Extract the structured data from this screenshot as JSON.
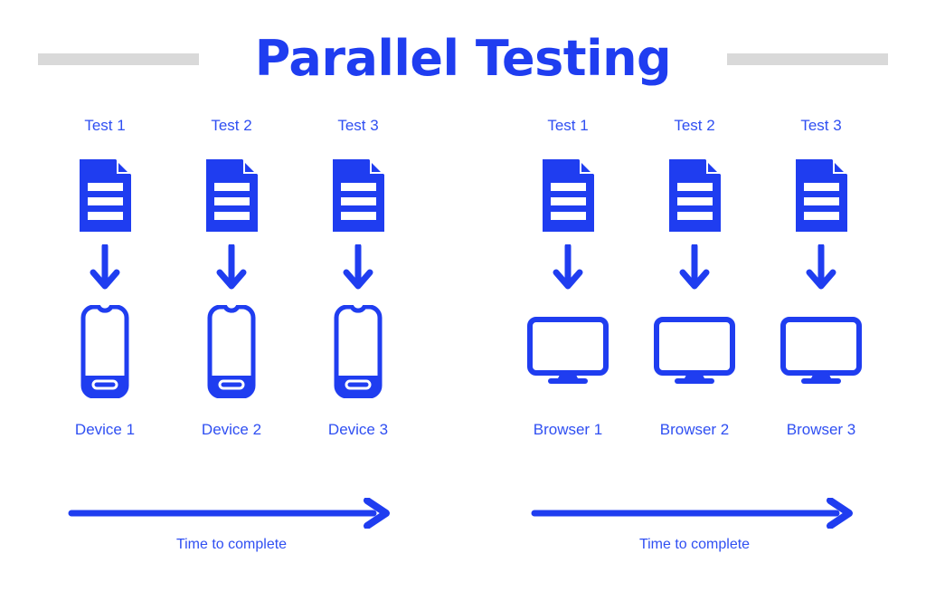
{
  "page": {
    "title": "Parallel Testing",
    "background_color": "#ffffff",
    "accent_color": "#1f3df0",
    "label_color": "#2f4ff2",
    "rule_color": "#d9d9d9"
  },
  "header": {
    "rule_left": "decorative-rule",
    "rule_right": "decorative-rule"
  },
  "panels": [
    {
      "id": "devices-panel",
      "target_type": "Device",
      "columns": [
        {
          "test_label": "Test 1",
          "target_label": "Device 1",
          "test_icon": "document-icon",
          "flow_icon": "arrow-down-icon",
          "target_icon": "phone-icon"
        },
        {
          "test_label": "Test 2",
          "target_label": "Device 2",
          "test_icon": "document-icon",
          "flow_icon": "arrow-down-icon",
          "target_icon": "phone-icon"
        },
        {
          "test_label": "Test 3",
          "target_label": "Device 3",
          "test_icon": "document-icon",
          "flow_icon": "arrow-down-icon",
          "target_icon": "phone-icon"
        }
      ],
      "timeline": {
        "caption": "Time to complete",
        "icon": "arrow-right-icon"
      }
    },
    {
      "id": "browsers-panel",
      "target_type": "Browser",
      "columns": [
        {
          "test_label": "Test 1",
          "target_label": "Browser 1",
          "test_icon": "document-icon",
          "flow_icon": "arrow-down-icon",
          "target_icon": "monitor-icon"
        },
        {
          "test_label": "Test 2",
          "target_label": "Browser 2",
          "test_icon": "document-icon",
          "flow_icon": "arrow-down-icon",
          "target_icon": "monitor-icon"
        },
        {
          "test_label": "Test 3",
          "target_label": "Browser 3",
          "test_icon": "document-icon",
          "flow_icon": "arrow-down-icon",
          "target_icon": "monitor-icon"
        }
      ],
      "timeline": {
        "caption": "Time to complete",
        "icon": "arrow-right-icon"
      }
    }
  ]
}
